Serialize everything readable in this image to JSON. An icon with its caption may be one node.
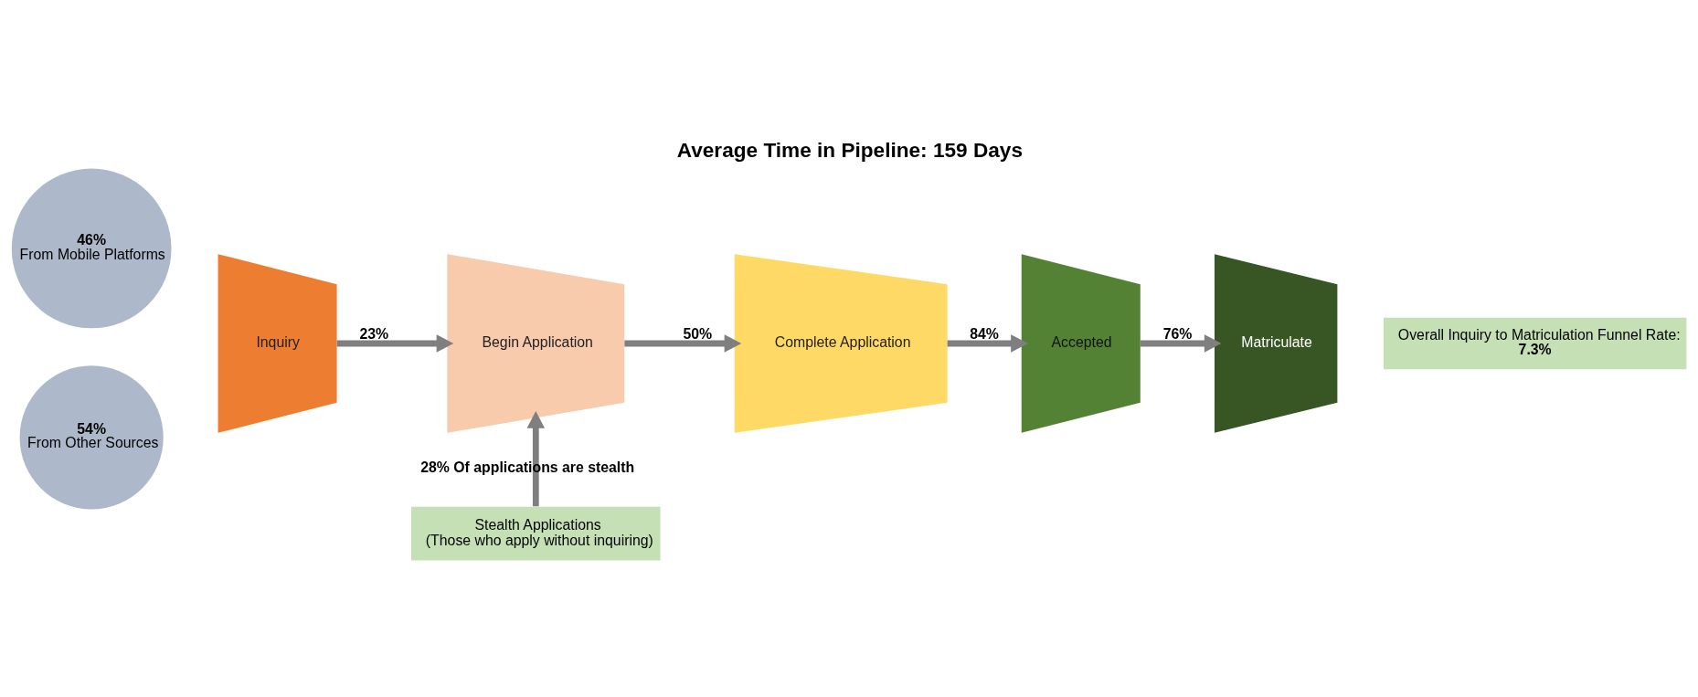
{
  "diagram": {
    "title": "Average Time in Pipeline: 159 Days",
    "nodes": [
      {
        "text": [
          "46%",
          "From Mobile Platforms"
        ]
      },
      {
        "text": [
          "54%",
          "From Other Sources"
        ]
      },
      {
        "text": [
          "Inquiry"
        ]
      },
      {
        "text": [
          "Begin Application"
        ]
      },
      {
        "text": [
          "Complete Application"
        ]
      },
      {
        "text": [
          "Accepted"
        ]
      },
      {
        "text": [
          "Matriculate"
        ]
      },
      {
        "text": [
          "Overall Inquiry to Matriculation Funnel Rate:",
          "7.3%"
        ]
      },
      {
        "text": [
          "Stealth Applications",
          "(Those who apply without inquiring)"
        ]
      }
    ],
    "edges": [
      {
        "from": 2,
        "to": 3,
        "arrow": "to",
        "label": "23%"
      },
      {
        "from": 3,
        "to": 4,
        "arrow": "to",
        "label": "50%"
      },
      {
        "from": 4,
        "to": 5,
        "arrow": "to",
        "label": "84%"
      },
      {
        "from": 5,
        "to": 6,
        "arrow": "to",
        "label": "76%"
      },
      {
        "from": 8,
        "to": 3,
        "arrow": "to",
        "label": "28% Of applications are stealth"
      }
    ]
  }
}
